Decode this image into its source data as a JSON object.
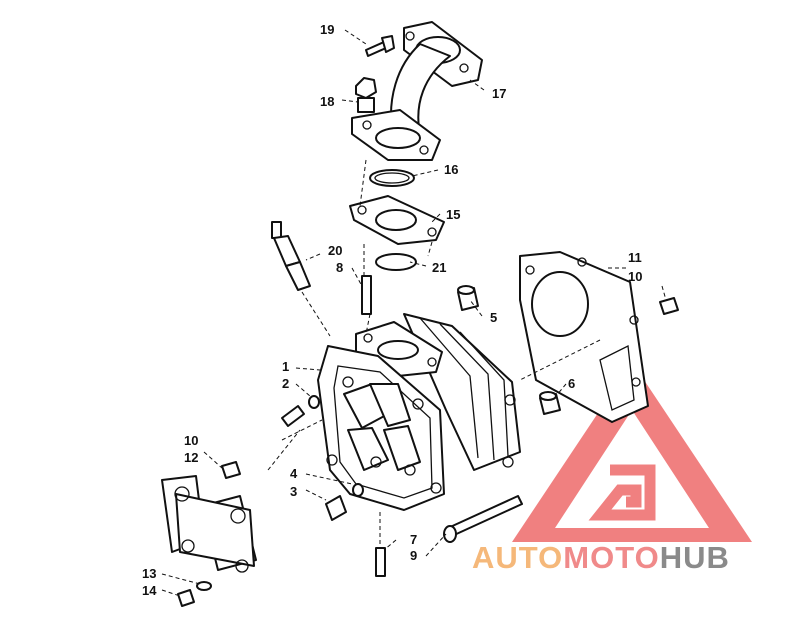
{
  "diagram": {
    "callouts": [
      {
        "id": "c19",
        "label": "19"
      },
      {
        "id": "c18",
        "label": "18"
      },
      {
        "id": "c17",
        "label": "17"
      },
      {
        "id": "c16",
        "label": "16"
      },
      {
        "id": "c15",
        "label": "15"
      },
      {
        "id": "c20",
        "label": "20"
      },
      {
        "id": "c8",
        "label": "8"
      },
      {
        "id": "c21",
        "label": "21"
      },
      {
        "id": "c11",
        "label": "11"
      },
      {
        "id": "c10a",
        "label": "10"
      },
      {
        "id": "c5",
        "label": "5"
      },
      {
        "id": "c1",
        "label": "1"
      },
      {
        "id": "c2",
        "label": "2"
      },
      {
        "id": "c6",
        "label": "6"
      },
      {
        "id": "c10b",
        "label": "10"
      },
      {
        "id": "c12",
        "label": "12"
      },
      {
        "id": "c4",
        "label": "4"
      },
      {
        "id": "c3",
        "label": "3"
      },
      {
        "id": "c7",
        "label": "7"
      },
      {
        "id": "c9",
        "label": "9"
      },
      {
        "id": "c13",
        "label": "13"
      },
      {
        "id": "c14",
        "label": "14"
      }
    ]
  },
  "watermark": {
    "part1": "AUTO",
    "part2": "MOTO",
    "part3": "HUB",
    "colors": {
      "auto": "#f5b87a",
      "moto": "#f08a8a",
      "hub": "#8a8a8a",
      "triangle": "#ee6a6a"
    }
  }
}
